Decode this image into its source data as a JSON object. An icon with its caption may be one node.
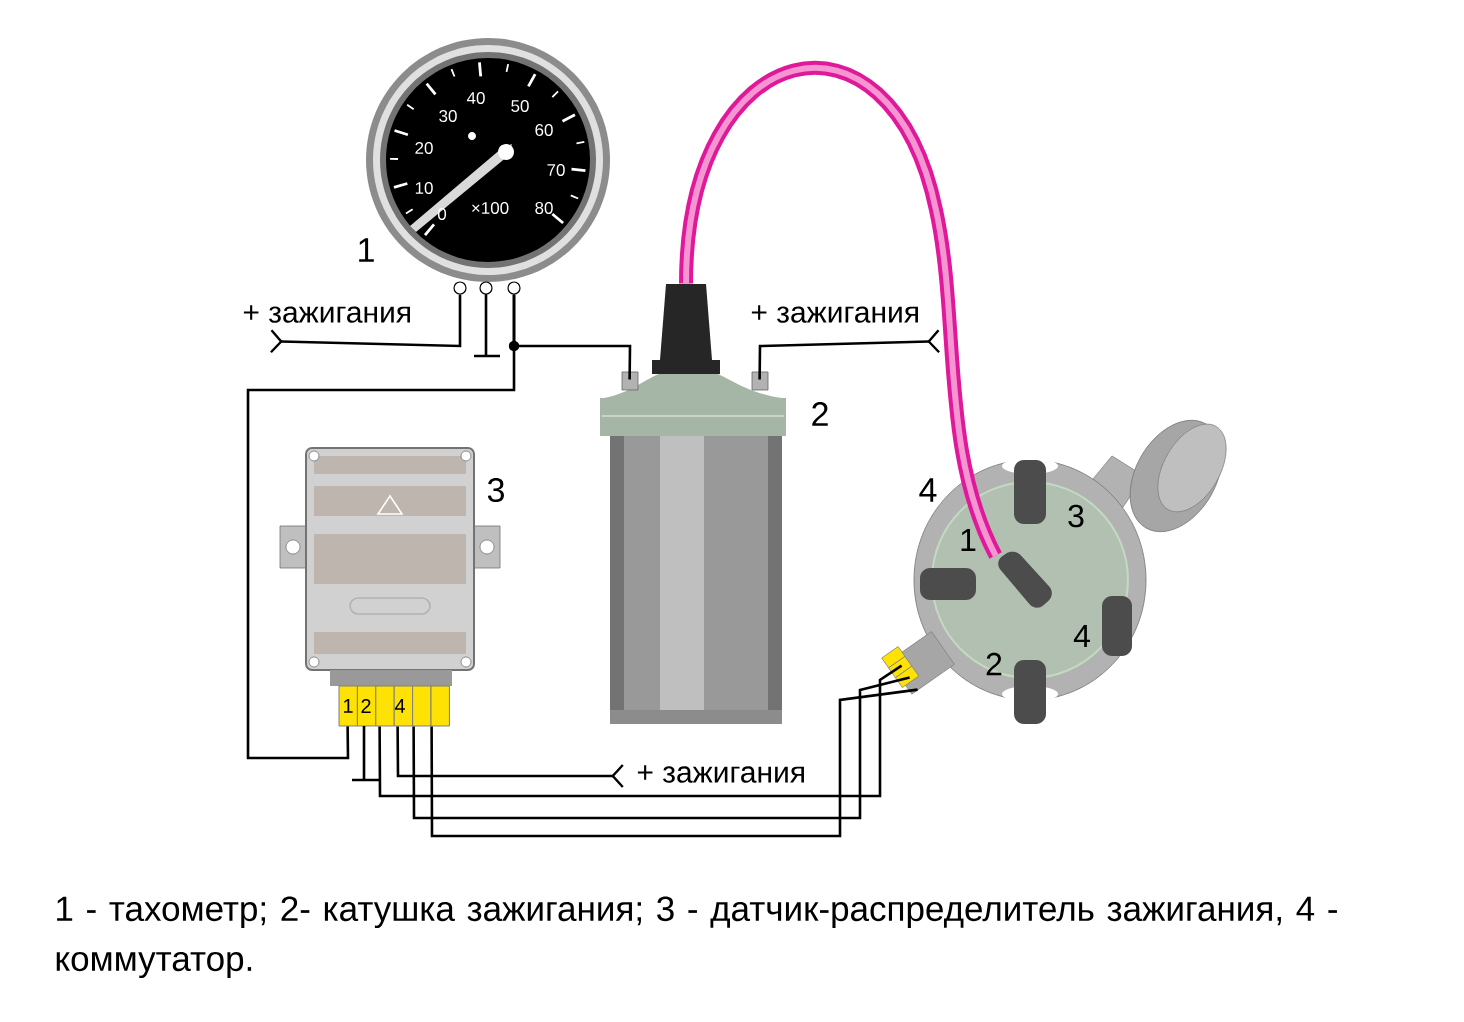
{
  "diagram": {
    "caption": "1 - тахометр; 2- катушка зажигания; 3 - датчик-распределитель зажигания, 4 - коммутатор.",
    "nodes": [
      {
        "text": [],
        "shape": "picture",
        "beside": [
          "1"
        ]
      },
      {
        "text": [],
        "shape": "picture",
        "beside": [
          "2"
        ]
      },
      {
        "text": [],
        "shape": "picture",
        "beside": [
          "3"
        ]
      },
      {
        "text": [],
        "shape": "picture",
        "beside": [
          "4"
        ]
      },
      {
        "text": [
          "+ зажигания"
        ]
      },
      {
        "text": [
          "+ зажигания"
        ]
      },
      {
        "text": [
          "+ зажигания"
        ]
      }
    ],
    "edges": [
      {
        "from": 0,
        "to": 4,
        "arrow": "other"
      },
      {
        "from": 0,
        "to": 1,
        "arrow": "none"
      },
      {
        "from": 0,
        "to": 2,
        "arrow": "none"
      },
      {
        "from": 1,
        "to": 5,
        "arrow": "other"
      },
      {
        "from": 1,
        "to": 3,
        "arrow": "none",
        "style": "thick",
        "color": "#e0189a"
      },
      {
        "from": 2,
        "to": 6,
        "arrow": "other"
      },
      {
        "from": 2,
        "to": 3,
        "arrow": "none"
      },
      {
        "from": 2,
        "to": 3,
        "arrow": "none"
      },
      {
        "from": 2,
        "to": 3,
        "arrow": "none"
      }
    ],
    "labels": [
      "0",
      "10",
      "20",
      "30",
      "40",
      "50",
      "60",
      "70",
      "×100",
      "80",
      "1",
      "2",
      "4",
      "1",
      "3",
      "4",
      "2"
    ]
  }
}
